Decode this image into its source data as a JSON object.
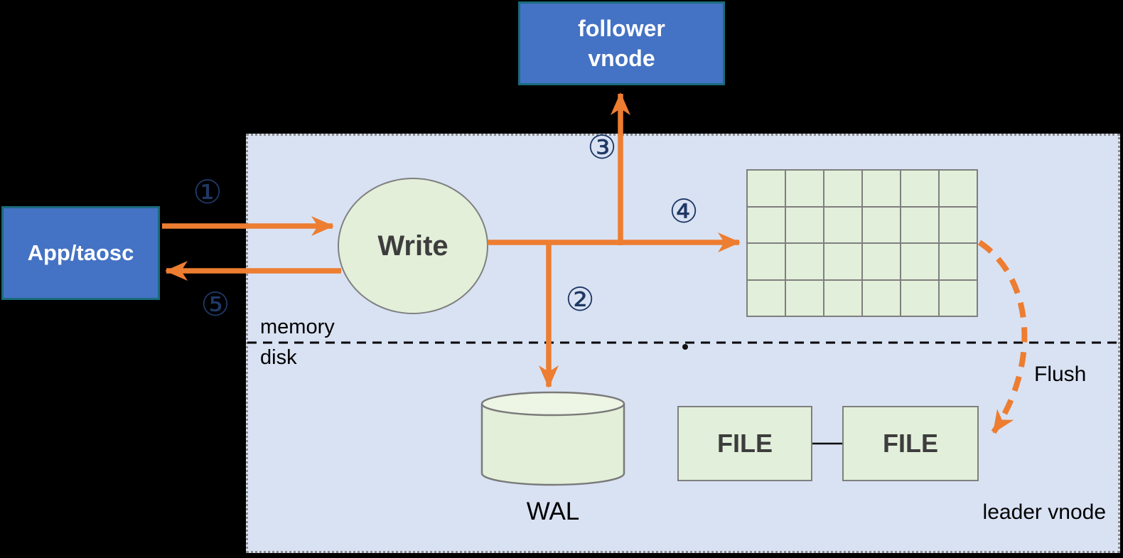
{
  "nodes": {
    "app_taosc": {
      "label": "App/taosc"
    },
    "follower_vnode": {
      "line1": "follower",
      "line2": "vnode"
    },
    "write": {
      "label": "Write"
    },
    "wal": {
      "label": "WAL"
    },
    "file_left": {
      "label": "FILE"
    },
    "file_right": {
      "label": "FILE"
    },
    "leader_vnode": {
      "label": "leader vnode"
    }
  },
  "labels": {
    "memory": "memory",
    "disk": "disk",
    "flush": "Flush"
  },
  "steps": {
    "step1": "①",
    "step2": "②",
    "step3": "③",
    "step4": "④",
    "step5": "⑤"
  },
  "mem_grid": {
    "rows": 4,
    "cols": 6
  },
  "colors": {
    "node_blue_fill": "#4472C4",
    "node_blue_border": "#1A6B7C",
    "shape_green_fill": "#E2EFDA",
    "shape_border_gray": "#7F7F7F",
    "arrow_orange": "#ED7D31",
    "step_number_navy": "#1F3864",
    "container_fill": "#D9E2F3",
    "container_border": "#8C8C8C",
    "background": "#000000"
  }
}
